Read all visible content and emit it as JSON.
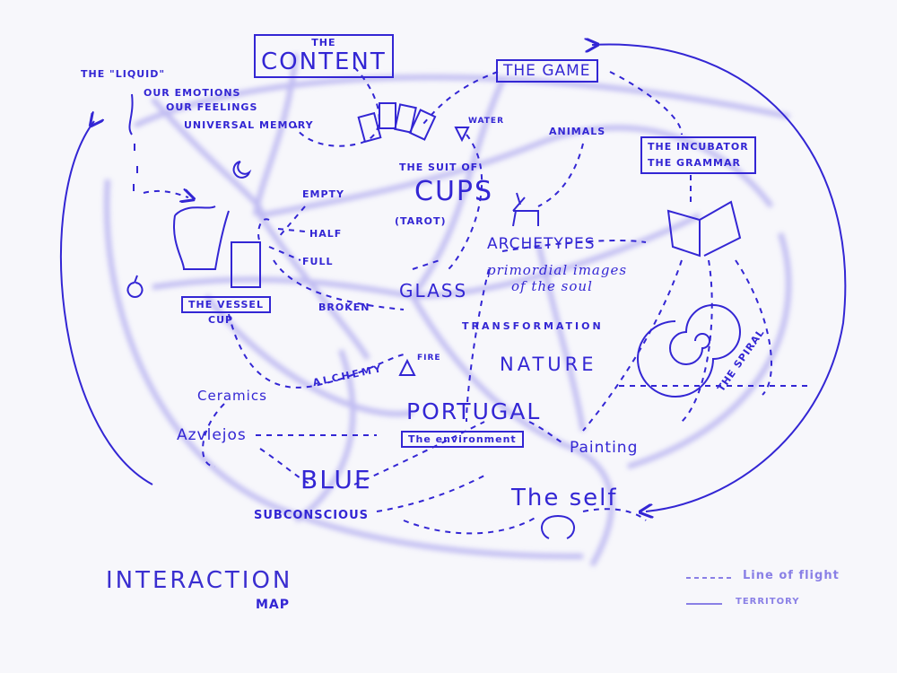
{
  "liquid": {
    "title": "THE \"LIQUID\"",
    "items": [
      "OUR EMOTIONS",
      "OUR FEELINGS",
      "UNIVERSAL MEMORY"
    ]
  },
  "content": {
    "the": "THE",
    "title": "CONTENT"
  },
  "game": "THE GAME",
  "water": "WATER",
  "animals": "ANIMALS",
  "incubator": [
    "THE INCUBATOR",
    "THE GRAMMAR"
  ],
  "cups": {
    "suit": "THE SUIT OF",
    "title": "CUPS",
    "tarot": "(TAROT)"
  },
  "empty": "EMPTY",
  "half": "HALF",
  "full": "FULL",
  "archetypes": {
    "title": "ARCHETYPES",
    "sub1": "primordial images",
    "sub2": "of the soul"
  },
  "vessel": {
    "title": "THE VESSEL",
    "cup": "CUP"
  },
  "broken": "BROKEN",
  "glass": "GLASS",
  "transformation": "TRANSFORMATION",
  "fire": "FIRE",
  "nature": "NATURE",
  "alchemy": "ALCHEMY",
  "spiral": "THE SPIRAL",
  "ceramics": "Ceramics",
  "portugal": {
    "title": "PORTUGAL",
    "sub": "The environment"
  },
  "azulejos": "Azvlejos",
  "painting": "Painting",
  "blue": "BLUE",
  "self": "The self",
  "subconscious": "SUBCONSCIOUS",
  "footer": {
    "title": "INTERACTION",
    "sub": "MAP"
  },
  "legend": {
    "dashed": "Line of flight",
    "solid": "TERRITORY"
  },
  "colors": {
    "ink": "#3326d4",
    "territory": "#a9a3ee"
  }
}
